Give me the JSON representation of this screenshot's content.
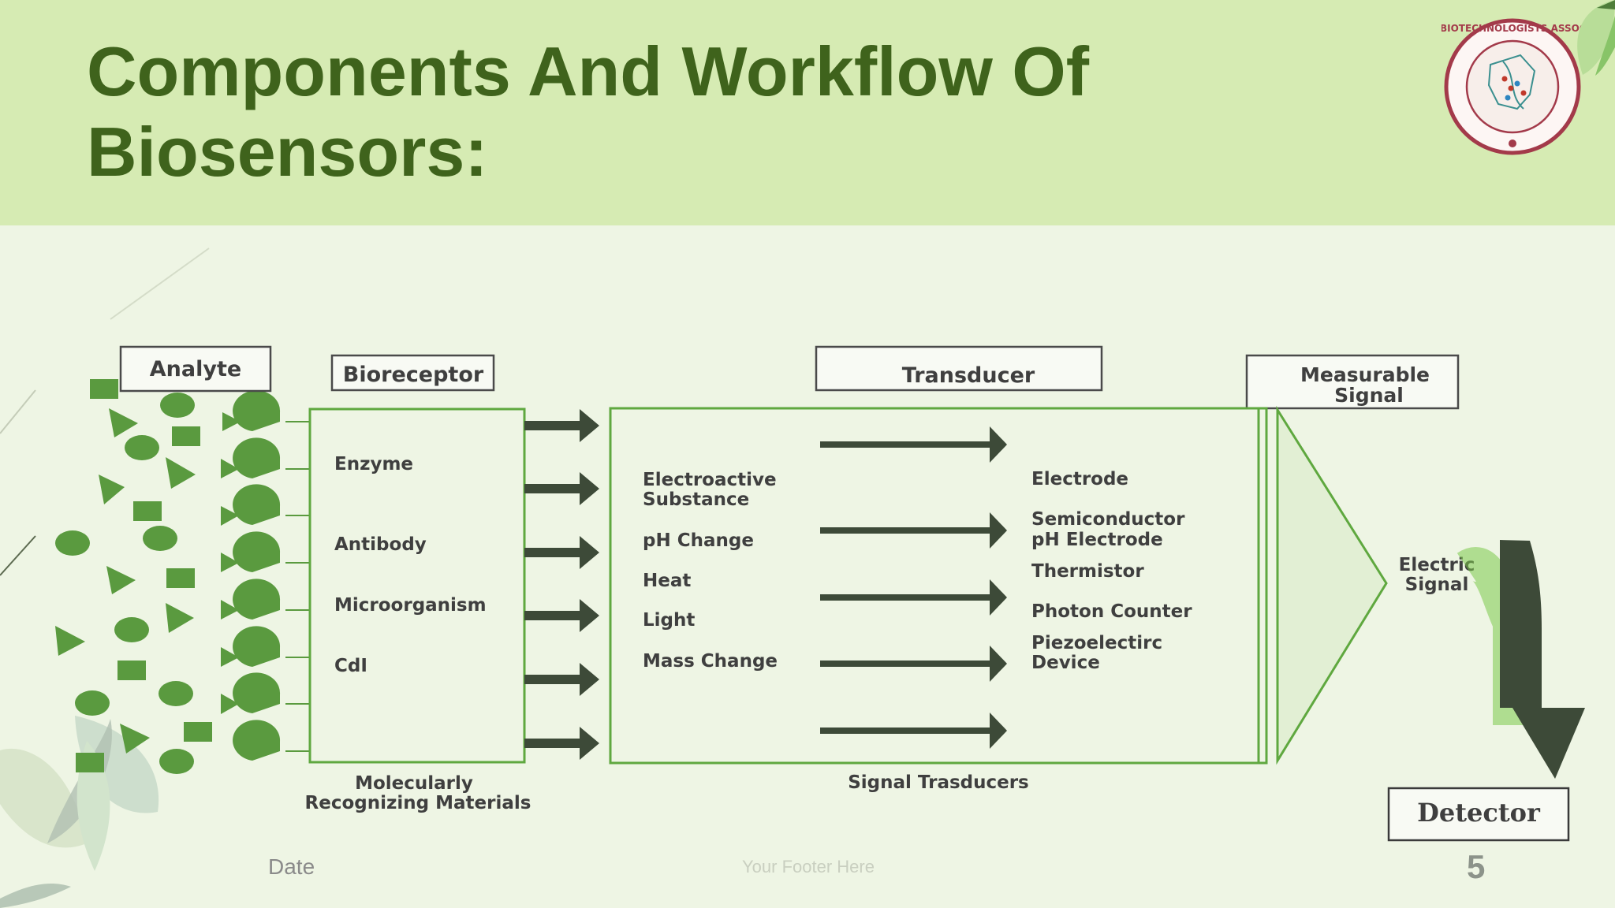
{
  "slide": {
    "title": "Components And Workflow Of Biosensors:",
    "footer_date": "Date",
    "footer_text": "Your Footer Here",
    "page_number": "5"
  },
  "logo": {
    "text": "SINDH BIOTECHNOLOGISTS ASSOCIATION",
    "icon": "dna-map-seal"
  },
  "diagram": {
    "headers": {
      "analyte": "Analyte",
      "bioreceptor": "Bioreceptor",
      "transducer": "Transducer",
      "measurable_1": "Measurable",
      "measurable_2": "Signal"
    },
    "bioreceptors": [
      "Enzyme",
      "Antibody",
      "Microorganism",
      "CdI"
    ],
    "bioreceptor_caption_1": "Molecularly",
    "bioreceptor_caption_2": "Recognizing Materials",
    "transducer_inputs": {
      "electroactive_1": "Electroactive",
      "electroactive_2": "Substance",
      "ph": "pH Change",
      "heat": "Heat",
      "light": "Light",
      "mass": "Mass Change"
    },
    "transducer_outputs": {
      "electrode": "Electrode",
      "semiconductor_1": "Semiconductor",
      "semiconductor_2": "pH Electrode",
      "thermistor": "Thermistor",
      "photon": "Photon Counter",
      "piezo_1": "Piezoelectirc",
      "piezo_2": "Device"
    },
    "transducer_caption": "Signal Trasducers",
    "signal_1": "Electric",
    "signal_2": "Signal",
    "detector": "Detector"
  },
  "colors": {
    "header_bg": "#d6ebb3",
    "body_bg": "#eef5e4",
    "title": "#3f631c",
    "shape_green": "#5a9a3f",
    "arrow_dark": "#3d4a38",
    "box_border": "#5fa83f"
  }
}
